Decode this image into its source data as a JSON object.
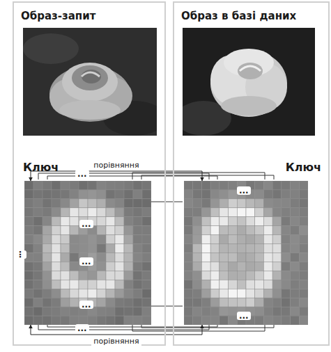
{
  "diagram": {
    "nodes": [
      {
        "text": [
          "Образ-запит"
        ]
      },
      {
        "text": [
          "Образ в базі даних"
        ]
      },
      {
        "text": [
          "Ключ"
        ],
        "in": 0
      },
      {
        "text": [
          "Ключ"
        ],
        "in": 1
      }
    ],
    "edges": [
      {
        "from": 2,
        "to": 3,
        "label": "порівняння",
        "arrow": "both"
      },
      {
        "from": 2,
        "to": 3,
        "label": "порівняння",
        "arrow": "both"
      }
    ],
    "labels": [
      "...",
      "...",
      "...",
      "...",
      "...",
      "⋮",
      "...",
      "..."
    ]
  }
}
